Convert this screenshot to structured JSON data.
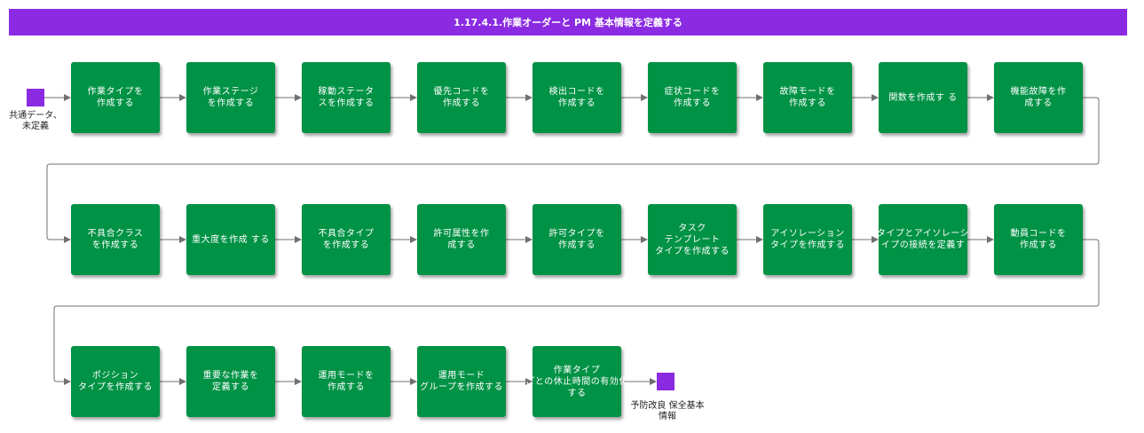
{
  "title": "1.17.4.1.作業オーダーと PM 基本情報を定義する",
  "start_label": "共通データ、\n未定義",
  "end_label": "予防改良 保全基本\n情報",
  "steps": [
    "作業タイプを\n作成する",
    "作業ステージ\nを作成する",
    "稼動ステータ\nスを作成する",
    "優先コードを\n作成する",
    "検出コードを\n作成する",
    "症状コードを\n作成する",
    "故障モードを\n作成する",
    "関数を作成す る",
    "機能故障を作\n成する",
    "不具合クラス\nを作成する",
    "重大度を作成 する",
    "不具合タイプ\nを作成する",
    "許可属性を作\n成する",
    "許可タイプを\n作成する",
    "タスク\nテンプレート\nタイプを作成する",
    "アイソレーション\nタイプを作成する",
    "タイプとアイソレーシ\nイプの接続を定義す",
    "動員コードを\n作成する",
    "ポジション\nタイプを作成する",
    "重要な作業を\n定義する",
    "運用モードを\n作成する",
    "運用モード\nグループを作成する",
    "作業タイプ\nごとの休止時間の有効化する"
  ]
}
